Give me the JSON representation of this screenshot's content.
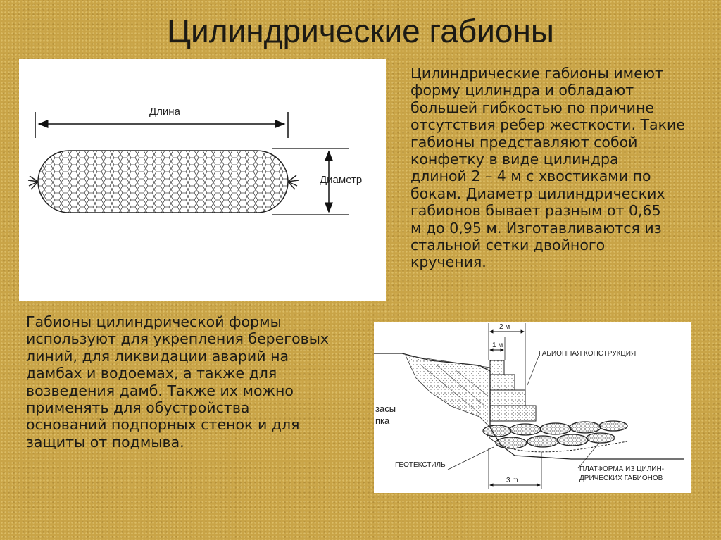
{
  "slide": {
    "title": "Цилиндрические габионы",
    "description_paragraph": "Цилиндрические габионы имеют\nформу цилиндра и обладают\nбольшей гибкостью по причине\nотсутствия ребер жесткости. Такие\nгабионы представляют собой\nконфетку в виде цилиндра\nдлиной 2 – 4 м с хвостиками по\nбокам. Диаметр цилиндрических\nгабионов бывает разным от 0,65\nм до 0,95 м. Изготавливаются из\nстальной сетки двойного\nкручения.",
    "usage_paragraph": "Габионы цилиндрической формы\nиспользуют для укрепления береговых\nлиний, для ликвидации аварий на\nдамбах и водоемах, а также для\nвозведения дамб. Также их можно\nприменять для обустройства\nоснований подпорных стенок и для\nзащиты от подмыва."
  },
  "figure_gabion": {
    "length_label": "Длина",
    "diameter_label": "Диаметр"
  },
  "figure_wall": {
    "dim_2m": "2 м",
    "dim_1m": "1 м",
    "dim_3m": "3 m",
    "gabion_structure_label": "ГАБИОННАЯ КОНСТРУКЦИЯ",
    "geotextile_label": "ГЕОТЕКСТИЛЬ",
    "platform_label_line1": "ПЛАТФОРМА ИЗ ЦИЛИН-",
    "platform_label_line2": "ДРИЧЕСКИХ ГАБИОНОВ",
    "fill_label_line1": "засы",
    "fill_label_line2": "пка"
  },
  "colors": {
    "background": "#c9a447",
    "text": "#1d1b16"
  }
}
